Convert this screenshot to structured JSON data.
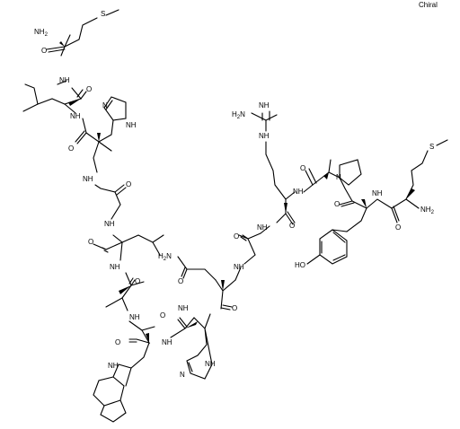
{
  "chirality_flag": "Chiral",
  "atom_labels": {
    "met1_amide": "NH",
    "met1_amide_sub": "2",
    "met1_o": "O",
    "met1_s": "S",
    "met1_nh": "NH",
    "leu_o": "O",
    "leu_nh": "NH",
    "his1_n": "N",
    "his1_nh": "NH",
    "his1_o": "O",
    "gly1_nh": "NH",
    "gly1_o": "O",
    "gly1_nh2": "NH",
    "val_o": "O",
    "val_nh": "NH",
    "ala_o": "O",
    "ala_nh": "NH",
    "trp_o": "O",
    "trp_nh": "NH",
    "trp_ring_nh": "NH",
    "his2_o": "O",
    "his2_n": "N",
    "his2_nh": "NH",
    "his2_nh_b": "NH",
    "asn_amide": "H",
    "asn_amide_sub": "2",
    "asn_amide_n": "N",
    "asn_o": "O",
    "asn_o2": "O",
    "asn_nh": "NH",
    "gly2_o": "O",
    "gly2_nh": "NH",
    "arg_imine": "NH",
    "arg_h2n": "H",
    "arg_h2n_sub": "2",
    "arg_h2n_n": "N",
    "arg_nh_guan": "NH",
    "arg_o": "O",
    "arg_nh": "NH",
    "pro_o": "O",
    "pro_n": "N",
    "tyr_oh": "HO",
    "tyr_o": "O",
    "tyr_nh": "NH",
    "met2_o": "O",
    "met2_nh2": "NH",
    "met2_nh2_sub": "2",
    "met2_s": "S"
  }
}
